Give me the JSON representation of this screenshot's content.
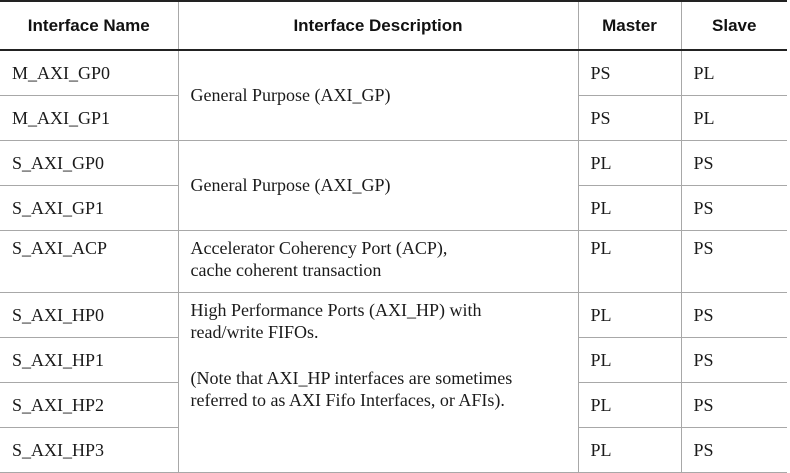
{
  "headers": {
    "name": "Interface Name",
    "description": "Interface Description",
    "master": "Master",
    "slave": "Slave"
  },
  "rows": [
    {
      "name": "M_AXI_GP0",
      "master": "PS",
      "slave": "PL"
    },
    {
      "name": "M_AXI_GP1",
      "master": "PS",
      "slave": "PL"
    },
    {
      "name": "S_AXI_GP0",
      "master": "PL",
      "slave": "PS"
    },
    {
      "name": "S_AXI_GP1",
      "master": "PL",
      "slave": "PS"
    },
    {
      "name": "S_AXI_ACP",
      "master": "PL",
      "slave": "PS"
    },
    {
      "name": "S_AXI_HP0",
      "master": "PL",
      "slave": "PS"
    },
    {
      "name": "S_AXI_HP1",
      "master": "PL",
      "slave": "PS"
    },
    {
      "name": "S_AXI_HP2",
      "master": "PL",
      "slave": "PS"
    },
    {
      "name": "S_AXI_HP3",
      "master": "PL",
      "slave": "PS"
    }
  ],
  "descriptions": {
    "m_gp": "General Purpose (AXI_GP)",
    "s_gp": "General Purpose (AXI_GP)",
    "acp_line1": "Accelerator Coherency Port (ACP),",
    "acp_line2": "cache coherent transaction",
    "hp_line1": "High Performance Ports (AXI_HP) with",
    "hp_line2": "read/write FIFOs.",
    "hp_note_line1": "(Note that AXI_HP interfaces are sometimes",
    "hp_note_line2": "referred to as AXI Fifo Interfaces, or AFIs)."
  }
}
